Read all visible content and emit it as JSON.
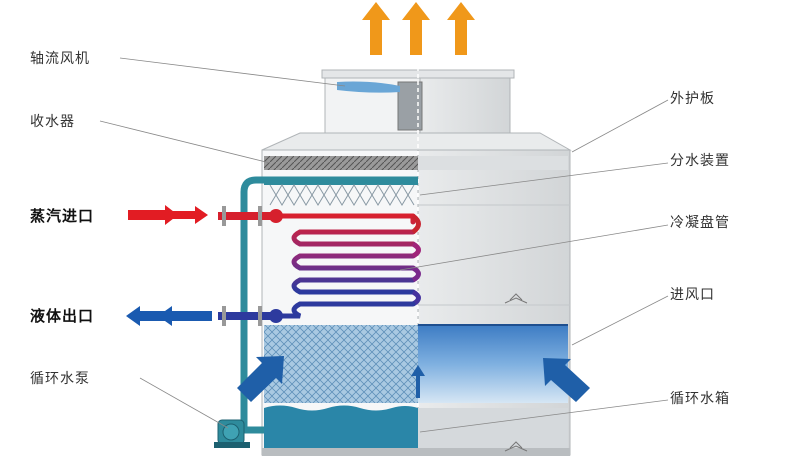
{
  "labels_left": {
    "axial_fan": "轴流风机",
    "drift_eliminator": "收水器",
    "steam_inlet": "蒸汽进口",
    "liquid_outlet": "液体出口",
    "circulation_pump": "循环水泵"
  },
  "labels_right": {
    "outer_panel": "外护板",
    "water_distributor": "分水装置",
    "condensing_coil": "冷凝盘管",
    "air_inlet": "进风口",
    "circulation_tank": "循环水箱"
  },
  "colors": {
    "exhaust_arrow": "#f0981a",
    "steam_arrow": "#e21c23",
    "liquid_arrow": "#1a5ab0",
    "pipe": "#2e8b9c",
    "casing": "#d9dcde",
    "water": "#2a86a8",
    "intake_arrow": "#1f5fa8"
  }
}
